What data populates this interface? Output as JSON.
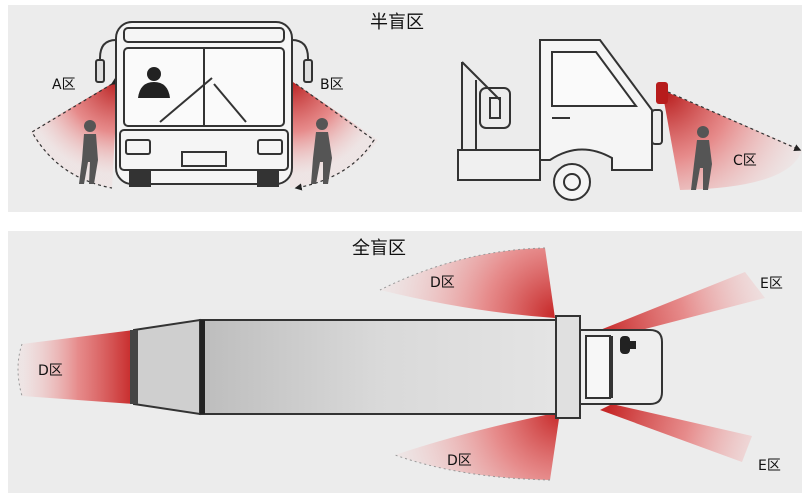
{
  "sections": {
    "partial": {
      "title": "半盲区"
    },
    "full": {
      "title": "全盲区"
    }
  },
  "zones": {
    "a": "A区",
    "b": "B区",
    "c": "C区",
    "d_top": "D区",
    "d_left": "D区",
    "d_bottom": "D区",
    "e_top": "E区",
    "e_bottom": "E区"
  },
  "colors": {
    "blind_zone": "#c62828",
    "panel_bg": "#ececec",
    "vehicle_outline": "#333333",
    "pedestrian": "#555555"
  }
}
